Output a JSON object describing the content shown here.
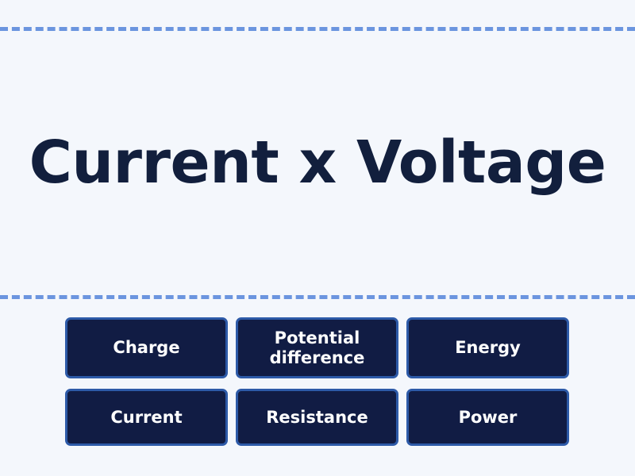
{
  "theme": {
    "background": "#f4f7fc",
    "rule_color": "#6b95df",
    "question_color": "#121f3d",
    "answer_fill": "#111c44",
    "answer_border": "#2d5aa8",
    "answer_text": "#ffffff"
  },
  "question": {
    "text": "Current x Voltage"
  },
  "answers": [
    {
      "label": "Charge"
    },
    {
      "label": "Potential difference"
    },
    {
      "label": "Energy"
    },
    {
      "label": "Current"
    },
    {
      "label": "Resistance"
    },
    {
      "label": "Power"
    }
  ]
}
